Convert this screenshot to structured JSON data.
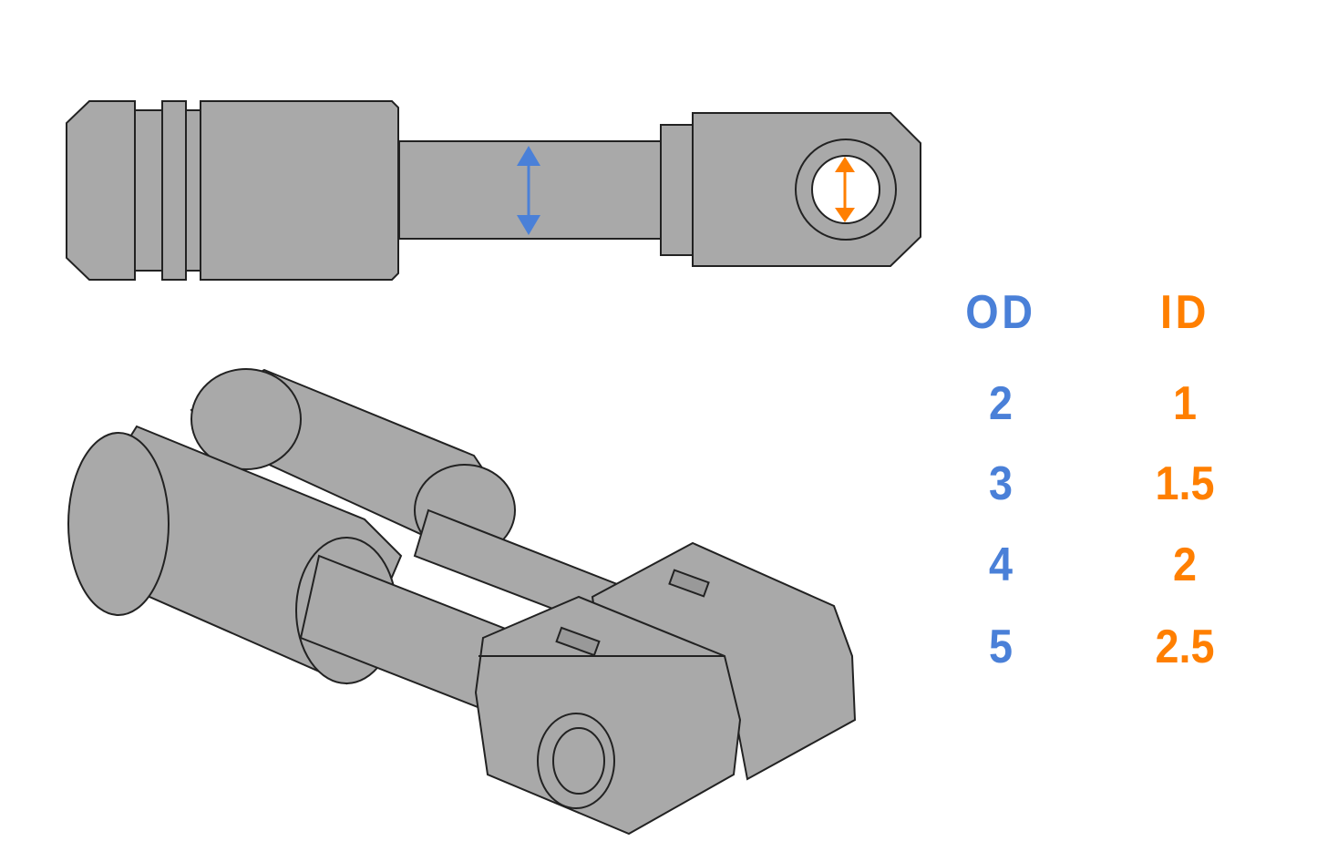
{
  "colors": {
    "od": "#4a80d8",
    "id": "#ff7f00",
    "part": "#a9a9a9",
    "outline": "#222222"
  },
  "table": {
    "headers": {
      "od": "OD",
      "id": "ID"
    },
    "rows": [
      {
        "od": "2",
        "id": "1"
      },
      {
        "od": "3",
        "id": "1.5"
      },
      {
        "od": "4",
        "id": "2"
      },
      {
        "od": "5",
        "id": "2.5"
      }
    ]
  }
}
